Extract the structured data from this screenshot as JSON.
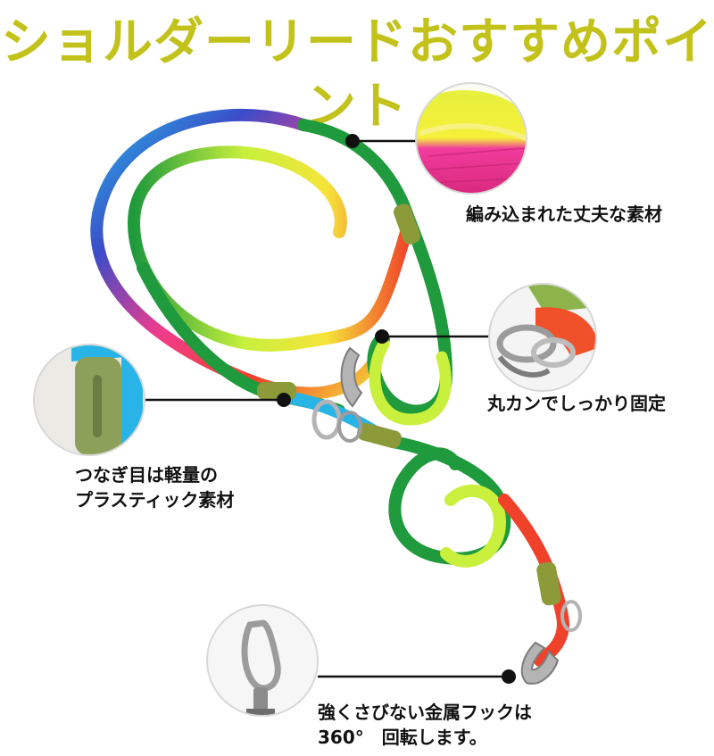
{
  "title": "ショルダーリードおすすめポイント",
  "colors": {
    "title": "#c2c21b",
    "line": "#111111",
    "green": "#1f9a3c",
    "lime": "#c8f03c",
    "yellow": "#f6e43a",
    "red": "#f0412a",
    "pink": "#f03c8c",
    "blue": "#3b4cc8",
    "cyan": "#28b4e6",
    "olive": "#8c9a3a",
    "metal": "#b4b4b4"
  },
  "callouts": [
    {
      "id": "material",
      "lines": [
        "編み込まれた丈夫な素材"
      ]
    },
    {
      "id": "ring",
      "lines": [
        "丸カンでしっかり固定"
      ]
    },
    {
      "id": "joint",
      "lines": [
        "つなぎ目は軽量の",
        "プラスティック素材"
      ]
    },
    {
      "id": "hook",
      "lines": [
        "強くさびない金属フックは",
        "360°　回転します。"
      ]
    }
  ],
  "icons": {
    "material": "braided-rope-closeup-icon",
    "ring": "metal-ring-closeup-icon",
    "joint": "plastic-joint-closeup-icon",
    "hook": "swivel-hook-closeup-icon"
  }
}
